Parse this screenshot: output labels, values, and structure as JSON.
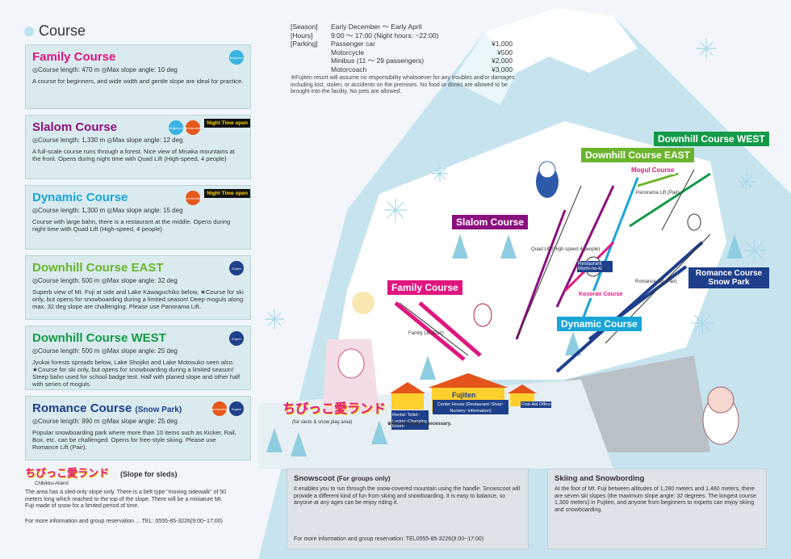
{
  "section_title": "Course",
  "courses": [
    {
      "name": "Family Course",
      "color": "#e0157f",
      "stats": "◎Course length: 470 m ◎Max slope angle: 10 deg",
      "desc": "A course for beginners, and wide width and gentle slope are ideal for practice.",
      "badges": [
        "Beginner"
      ],
      "night": ""
    },
    {
      "name": "Slalom Course",
      "color": "#8b0f7d",
      "stats": "◎Course length: 1,330 m ◎Max slope angle: 12 deg",
      "desc": "A full-scale course runs through a forest. Nice view of Misaka mountains at the front. Opens during night time with Quad Lift (High-speed, 4 people)",
      "badges": [
        "Beginner",
        "Intermediate"
      ],
      "night": "Night Time open"
    },
    {
      "name": "Dynamic Course",
      "color": "#1aa5d8",
      "stats": "◎Course length: 1,300 m ◎Max slope angle: 15 deg",
      "desc": "Course with large bahn, there is a restaurant at the middle. Opens during night time with Quad Lift (High-speed, 4 people)",
      "badges": [
        "Intermediate"
      ],
      "night": "Night Time open"
    },
    {
      "name": "Downhill Course EAST",
      "color": "#6ab42d",
      "stats": "◎Course length: 500 m ◎Max slope angle: 32 deg",
      "desc": "Superb view of Mt. Fuji at side and Lake Kawaguchiko below, ★Course for ski only, but opens for snowboarding during a limited season! Deep moguls along max. 32 deg slope are challenging. Please use Panorama Lift.",
      "badges": [
        "Expert"
      ],
      "night": ""
    },
    {
      "name": "Downhill Course WEST",
      "color": "#139a49",
      "stats": "◎Course length: 500 m ◎Max slope angle: 25 deg",
      "desc": "Jyukai forests spreads below, Lake Shojiko and Lake Motosuko seen also. ★Course for ski only, but opens for snowboarding during a limited season! Steep bahn used for school badge test. Half with planed slope and other half with series of moguls.",
      "badges": [
        "Expert"
      ],
      "night": ""
    },
    {
      "name": "Romance Course",
      "sub": "(Snow Park)",
      "color": "#1e3f8a",
      "stats": "◎Course length: 990 m ◎Max slope angle: 25 deg",
      "desc": "Popular snowboarding park where more than 10 items such as Kicker, Rail, Box, etc. can be challenged. Opens for free-style skiing. Please use Romance Lift (Pair).",
      "badges": [
        "Intermediate",
        "Expert"
      ],
      "night": ""
    }
  ],
  "badge_labels": {
    "Beginner": "Beginner",
    "Intermediate": "Intermediate",
    "Expert": "Expert"
  },
  "info": {
    "season_label": "[Season]",
    "season": "Early December ～ Early April",
    "hours_label": "[Hours]",
    "hours": "9:00 ～ 17:00 (Night hours: ~22:00)",
    "parking_label": "[Parking]",
    "parking": [
      {
        "k": "Passenger car",
        "v": "¥1,000"
      },
      {
        "k": "Motorcycle",
        "v": "¥500"
      },
      {
        "k": "Minibus (11 ～ 29 passengers)",
        "v": "¥2,000"
      },
      {
        "k": "Motorcoach",
        "v": "¥3,000"
      }
    ],
    "notice": "※Fujiten resort will assume no responsibility whatsoever for any troubles and/or damages including lost, stolen, or accidents on the premises. No food or drinks are allowed to be brought into the facility. No pets are allowed."
  },
  "map_labels": {
    "downhill_west": "Downhill Course WEST",
    "downhill_east": "Downhill Course EAST",
    "mogul": "Mogul Course",
    "panorama": "Panorama Lift (Pair)",
    "slalom": "Slalom Course",
    "quad": "Quad Lift (High-speed 4 people)",
    "restaurant": "Restaurant Momi-no-ki",
    "romance": "Romance Course Snow Park",
    "romance_lift": "Romance Lift (Pair)",
    "family": "Family Course",
    "family_lift": "Family Lift (Pair)",
    "kosoran": "Kosoran Course",
    "dynamic": "Dynamic Course",
    "chibikko": "ちびっこ愛ランド",
    "chibikko_sub": "(for sleds & snow play area)",
    "fujiten": "Fujiten",
    "rental": "Rental･Toilet･Locker･Changing Room",
    "center": "Center House (Restaurant･Shop･Nursery･Information)",
    "firstaid": "First-Aid Office",
    "no_res": "※No reservation necessary."
  },
  "chibikko_box": {
    "title": "ちびっこ愛ランド",
    "title_suffix": "(Slope for sleds)",
    "romaji": "Chibikko-Ailand",
    "desc": "The area has a sled-only slope only. There is a belt type \"moving sidewalk\" of 50 meters long which reached to the top of the slope. There will be a miniature Mt. Fuji made of snow for a limited period of time.",
    "contact": "For more information and group reservation ... TEL: 0555-85-3226(9:00~17:00)"
  },
  "snowscoot_box": {
    "title": "Snowscoot",
    "title_suffix": "(For groups only)",
    "desc": "It enables you to run through the snow-covered mountain using the handle. Snowscoot will provide a different kind of fun from skiing and snowboarding. It is easy to balance, so anyone at any ages can be enjoy riding it.",
    "contact": "For more information and group reservation: TEL0555-85-3226(9:00~17:00)"
  },
  "skiing_box": {
    "title": "Skiing and Snowbording",
    "desc": "At the foot of Mt. Fuji between altitudes of 1,280 meters and 1,480 meters, there are seven ski slopes (the maximum slope angle: 32 degrees. The longest course: 1,300 meters) in Fujiten, and anyone from beginners to experts can enjoy skiing and snowboarding."
  }
}
